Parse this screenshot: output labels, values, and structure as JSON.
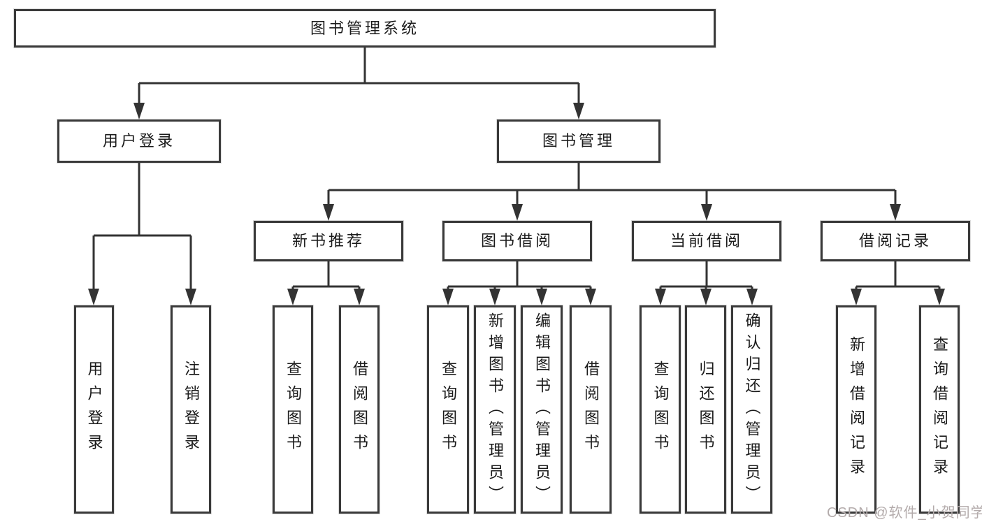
{
  "tree": {
    "label": "图书管理系统",
    "children": [
      {
        "label": "用户登录",
        "children": [
          {
            "label": "用户登录"
          },
          {
            "label": "注销登录"
          }
        ]
      },
      {
        "label": "图书管理",
        "children": [
          {
            "label": "新书推荐",
            "children": [
              {
                "label": "查询图书"
              },
              {
                "label": "借阅图书"
              }
            ]
          },
          {
            "label": "图书借阅",
            "children": [
              {
                "label": "查询图书"
              },
              {
                "label": "新增图书（管理员）"
              },
              {
                "label": "编辑图书（管理员）"
              },
              {
                "label": "借阅图书"
              }
            ]
          },
          {
            "label": "当前借阅",
            "children": [
              {
                "label": "查询图书"
              },
              {
                "label": "归还图书"
              },
              {
                "label": "确认归还（管理员）"
              }
            ]
          },
          {
            "label": "借阅记录",
            "children": [
              {
                "label": "新增借阅记录"
              },
              {
                "label": "查询借阅记录"
              }
            ]
          }
        ]
      }
    ]
  },
  "watermark": {
    "text": "CSDN @软件_小贺同学"
  },
  "colors": {
    "line": "#333333",
    "box_border": "#3a3a3a",
    "text": "#1a1a1a",
    "watermark": "#b3abab",
    "background": "#ffffff"
  }
}
